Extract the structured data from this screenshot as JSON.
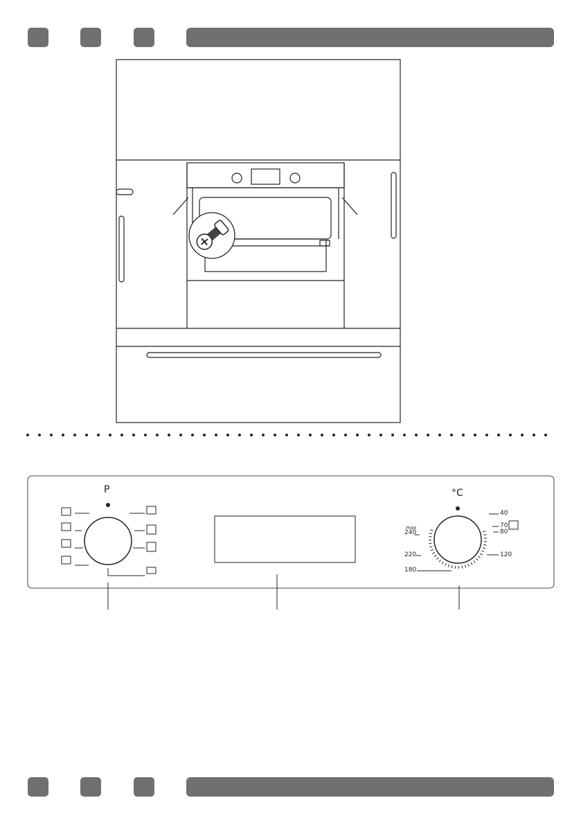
{
  "controls": {
    "program_label": "P",
    "temp_unit": "°C",
    "temp_scale": [
      "max",
      "240",
      "220",
      "180",
      "40",
      "70",
      "80",
      "120"
    ]
  },
  "colors": {
    "header_gray": "#707070",
    "line": "#222222"
  }
}
